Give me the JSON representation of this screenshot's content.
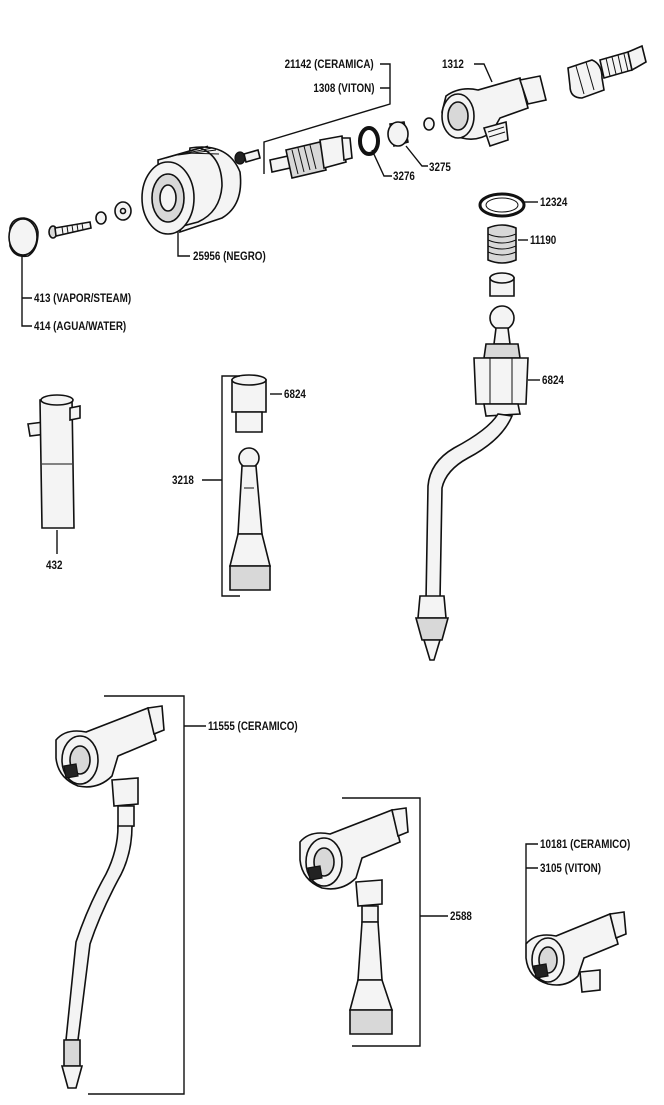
{
  "labels": {
    "p21142": "21142 (CERAMICA)",
    "p1308": "1308 (VITON)",
    "p1312": "1312",
    "p3276": "3276",
    "p3275": "3275",
    "p25956": "25956 (NEGRO)",
    "p413": "413 (VAPOR/STEAM)",
    "p414": "414 (AGUA/WATER)",
    "p12324": "12324",
    "p11190": "11190",
    "p6824a": "6824",
    "p6824b": "6824",
    "p3218": "3218",
    "p432": "432",
    "p11555": "11555 (CERAMICO)",
    "p2588": "2588",
    "p10181": "10181 (CERAMICO)",
    "p3105": "3105 (VITON)"
  }
}
